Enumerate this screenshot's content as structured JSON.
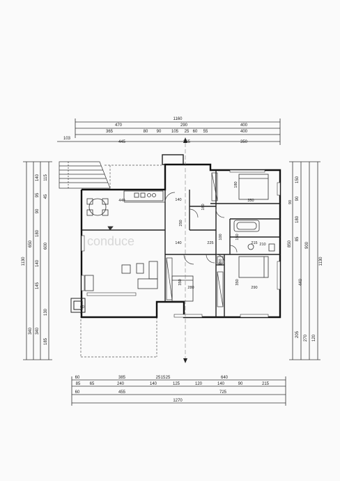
{
  "diagram": {
    "type": "floor-plan",
    "watermark": "conduce",
    "top_dims": {
      "row1": [
        "1160"
      ],
      "row2": [
        "470",
        "290",
        "400"
      ],
      "row3": [
        "365",
        "80",
        "90",
        "105",
        "25",
        "60",
        "55",
        "400"
      ],
      "row4": [
        "103",
        "445",
        "265",
        "350"
      ]
    },
    "bottom_dims": {
      "row1": [
        "60",
        "385",
        "25",
        "15",
        "25",
        "640"
      ],
      "row2": [
        "85",
        "65",
        "240",
        "140",
        "125",
        "120",
        "140",
        "90",
        "215"
      ],
      "row3": [
        "60",
        "455",
        "725"
      ],
      "row4": [
        "1270"
      ]
    },
    "left_dims": {
      "outer": "1130",
      "mid": "650",
      "mid_low": "340",
      "inner": [
        "140",
        "95",
        "90",
        "180",
        "140",
        "145"
      ],
      "inner2": [
        "115",
        "45",
        "600",
        "130",
        "340",
        "185"
      ]
    },
    "right_dims": {
      "outer": "1130",
      "inner_a": [
        "150",
        "90",
        "180",
        "85"
      ],
      "inner_b": [
        "850",
        "900"
      ],
      "inner_c": [
        "440",
        "205",
        "270",
        "120"
      ]
    },
    "room_labels": {
      "bed_top_w": "350",
      "bed_top_h": "180",
      "kitchen_w": "440",
      "hall_140a": "140",
      "hall_160": "160",
      "hall_250": "250",
      "hall_140b": "140",
      "hall_225": "225",
      "bath_100": "100",
      "bath_150": "150",
      "bath_215": "215",
      "wc_160": "160",
      "bed_mid_w": "280",
      "bed_mid_h": "350",
      "bed_right_w": "290",
      "bed_right_h": "350",
      "porch_60": "60",
      "dim_90": "90",
      "dim_210": "210"
    }
  }
}
